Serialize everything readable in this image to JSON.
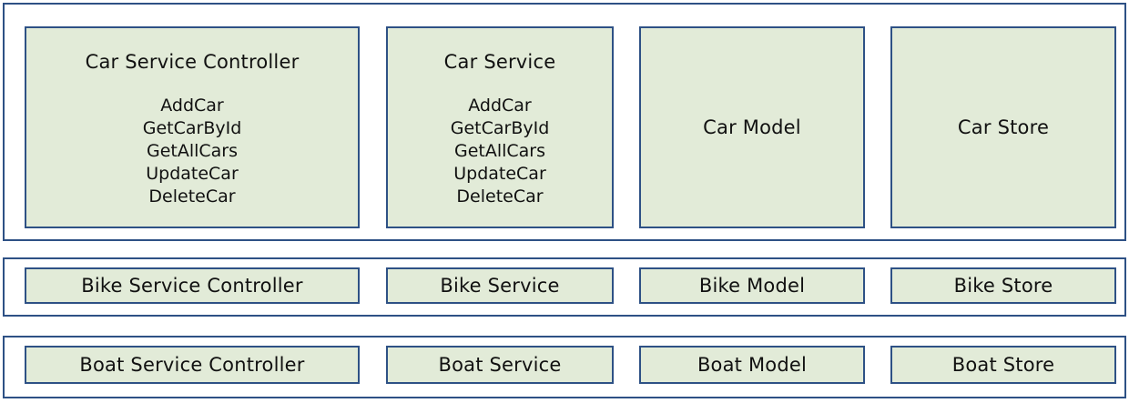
{
  "diagram": {
    "title_text_color": "#111111",
    "box_fill": "#e2ebd8",
    "box_border": "#2e5185",
    "container_border": "#2e5185",
    "background": "#ffffff",
    "rows": [
      {
        "id": "car-layer",
        "boxes": [
          {
            "id": "car-service-controller",
            "label": "Car Service Controller",
            "methods": [
              "AddCar",
              "GetCarById",
              "GetAllCars",
              "UpdateCar",
              "DeleteCar"
            ]
          },
          {
            "id": "car-service",
            "label": "Car Service",
            "methods": [
              "AddCar",
              "GetCarById",
              "GetAllCars",
              "UpdateCar",
              "DeleteCar"
            ]
          },
          {
            "id": "car-model",
            "label": "Car Model",
            "methods": []
          },
          {
            "id": "car-store",
            "label": "Car Store",
            "methods": []
          }
        ]
      },
      {
        "id": "bike-layer",
        "boxes": [
          {
            "id": "bike-service-controller",
            "label": "Bike Service Controller",
            "methods": []
          },
          {
            "id": "bike-service",
            "label": "Bike Service",
            "methods": []
          },
          {
            "id": "bike-model",
            "label": "Bike Model",
            "methods": []
          },
          {
            "id": "bike-store",
            "label": "Bike Store",
            "methods": []
          }
        ]
      },
      {
        "id": "boat-layer",
        "boxes": [
          {
            "id": "boat-service-controller",
            "label": "Boat Service Controller",
            "methods": []
          },
          {
            "id": "boat-service",
            "label": "Boat Service",
            "methods": []
          },
          {
            "id": "boat-model",
            "label": "Boat Model",
            "methods": []
          },
          {
            "id": "boat-store",
            "label": "Boat Store",
            "methods": []
          }
        ]
      }
    ]
  }
}
